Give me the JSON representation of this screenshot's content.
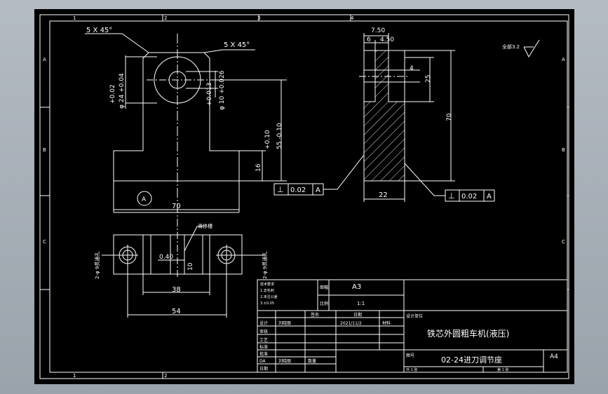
{
  "frame": {
    "top_zones": [
      "1",
      "2",
      "3",
      "4"
    ],
    "bottom_zones": [
      "1",
      "2"
    ],
    "left_zones": [
      "A",
      "B",
      "C"
    ],
    "right_zones": [
      "A",
      "B",
      "C"
    ]
  },
  "front_view": {
    "chamfer_left": "5 X 45°",
    "chamfer_right": "5 X 45°",
    "dia24_tol_upper": "+0.02",
    "dia24_tol": "φ 24 +0.04",
    "dia10_tol_upper": "+0.013",
    "dia10_tol": "φ 10 +0.026",
    "height_tol_upper": "+0.10",
    "height_tol": "55 -0.10",
    "dim_16": "16",
    "datum": "A",
    "dim_70": "70"
  },
  "side_view": {
    "dim_750": "7.50",
    "dim_6": "6",
    "dim_450": "4.50",
    "dim_4": "4",
    "dim_25": "25",
    "dim_70": "70",
    "dim_22": "22",
    "perp_left": {
      "symbol": "⊥",
      "value": "0.02",
      "datum": "A"
    },
    "perp_right": {
      "symbol": "⊥",
      "value": "0.02",
      "datum": "A"
    }
  },
  "roughness": {
    "note": "全部3.2"
  },
  "top_view": {
    "slot_note": "滑移槽",
    "left_hole_note": "2-φ 9贯通孔",
    "right_hole_note": "2-φ 9贯通孔",
    "dim_040": "0.40",
    "dim_10": "10",
    "dim_38": "38",
    "dim_54": "54"
  },
  "title_block": {
    "tech_notes": [
      "技术要求",
      "1.去毛刺",
      "2.未注公差",
      "3.±0.05"
    ],
    "sheet_label": "图幅",
    "sheet_size": "A3",
    "scale_label": "比例",
    "scale_value": "1:1",
    "row_labels": [
      "设计",
      "审核",
      "工艺",
      "标准",
      "批准",
      "日期"
    ],
    "col_labels": [
      "签名",
      "日期"
    ],
    "designer": "刘晓丽",
    "date": "2021/11/2",
    "material_label": "材料",
    "company_label": "设计单位",
    "title_main": "铁芯外圆粗车机(液压)",
    "drawing_no_label": "图号",
    "part_name": "02-24进刀调节座",
    "paper_size": "A4",
    "bottom_cells": [
      "共 1 张",
      "第 1 张"
    ],
    "da_label": "DA",
    "checker": "刘晓丽",
    "qty_label": "数量"
  }
}
